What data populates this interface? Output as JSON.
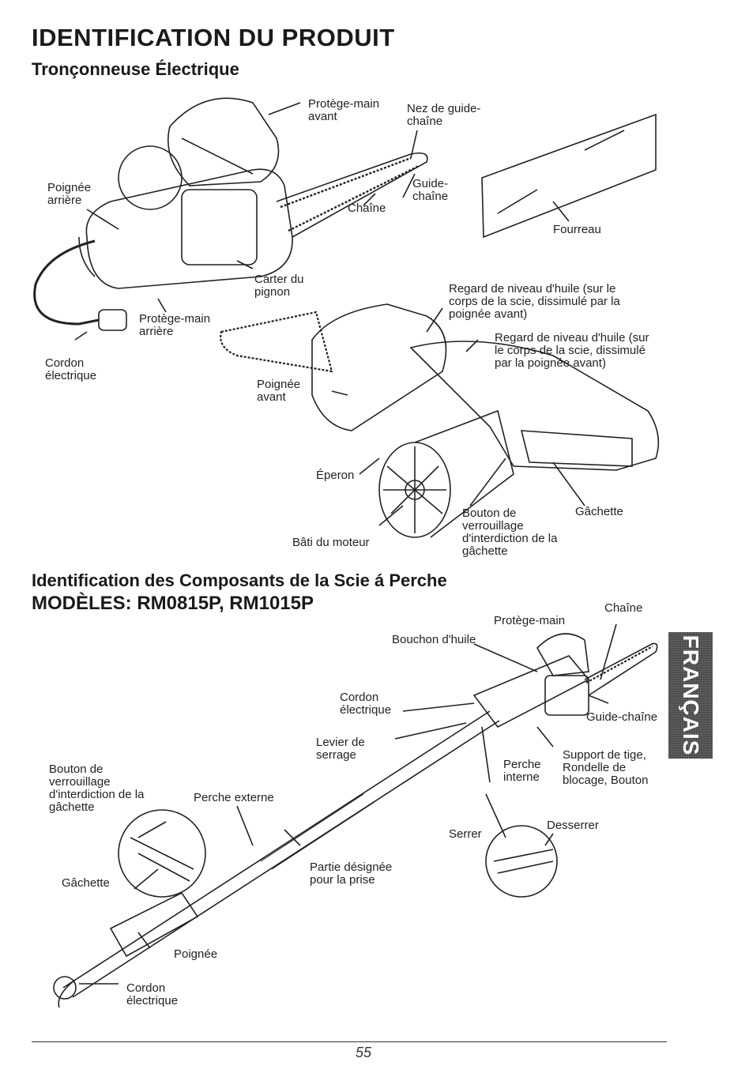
{
  "header": {
    "title": "IDENTIFICATION DU PRODUIT",
    "subtitle": "Tronçonneuse Électrique"
  },
  "chainsaw_labels": {
    "protege_main_avant": "Protège-main\navant",
    "nez_guide": "Nez de guide-\nchaîne",
    "poignee_arriere": "Poignée\narrière",
    "guide_chaine": "Guide-\nchaîne",
    "chaine": "Chaîne",
    "fourreau": "Fourreau",
    "carter_pignon": "Carter du\npignon",
    "regard_1": "Regard de niveau d'huile (sur le\ncorps de la scie, dissimulé par la\npoignée avant)",
    "protege_main_arriere": "Protège-main\narrière",
    "regard_2": "Regard de niveau d'huile (sur\nle corps de la scie, dissimulé\npar la poignée avant)",
    "cordon_electrique": "Cordon\nélectrique",
    "poignee_avant": "Poignée\navant",
    "eperon": "Éperon",
    "bouton_verrouillage": "Bouton de\nverrouillage\nd'interdiction de la\ngâchette",
    "gachette": "Gâchette",
    "bati_moteur": "Bâti du moteur"
  },
  "pole_section": {
    "title": "Identification des Composants de la Scie á Perche",
    "models": "MODÈLES: RM0815P, RM1015P"
  },
  "pole_labels": {
    "chaine": "Chaîne",
    "protege_main": "Protège-main",
    "bouchon_huile": "Bouchon d'huile",
    "cordon_electrique": "Cordon\nélectrique",
    "guide_chaine": "Guide-chaîne",
    "levier_serrage": "Levier de\nserrage",
    "support_tige": "Support de tige,\nRondelle de\nblocage, Bouton",
    "perche_interne": "Perche\ninterne",
    "bouton_verrouillage": "Bouton de\nverrouillage\nd'interdiction de la\ngâchette",
    "perche_externe": "Perche externe",
    "desserrer": "Desserrer",
    "serrer": "Serrer",
    "partie_prise": "Partie désignée\npour la prise",
    "gachette": "Gâchette",
    "poignee": "Poignée",
    "cordon_bas": "Cordon\nélectrique"
  },
  "side_tab": "FRANÇAIS",
  "footer": {
    "page_number": "55"
  }
}
